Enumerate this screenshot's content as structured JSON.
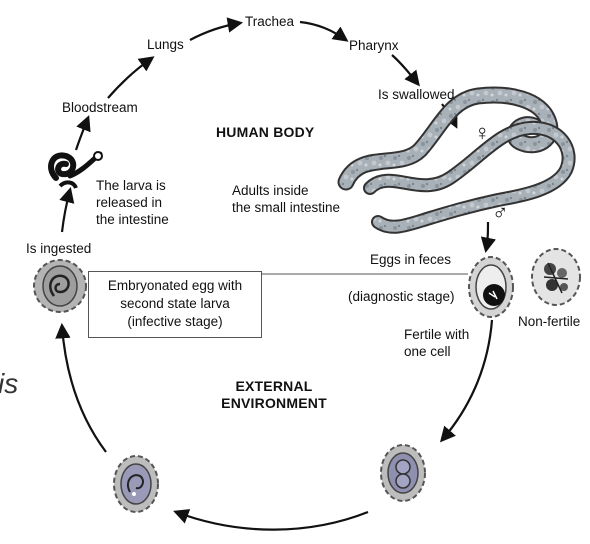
{
  "human_body": "HUMAN BODY",
  "external_env": "EXTERNAL\nENVIRONMENT",
  "steps": {
    "trachea": "Trachea",
    "lungs": "Lungs",
    "pharynx": "Pharynx",
    "bloodstream": "Bloodstream",
    "swallowed": "Is swallowed",
    "larva_released": "The larva is\nreleased in\nthe intestine",
    "adults": "Adults inside\nthe small intestine",
    "ingested": "Is ingested",
    "eggs_feces": "Eggs in feces",
    "diagnostic": "(diagnostic stage)",
    "fertile": "Fertile with\none cell",
    "non_fertile": "Non-fertile",
    "embryonated": "Embryonated egg with\nsecond state larva\n(infective stage)"
  },
  "symbols": {
    "female": "♀",
    "male": "♂"
  },
  "fragment": "is",
  "colors": {
    "worm": "#9aa3ab",
    "egg_shell": "#b8b8b8",
    "arrow": "#111111"
  }
}
